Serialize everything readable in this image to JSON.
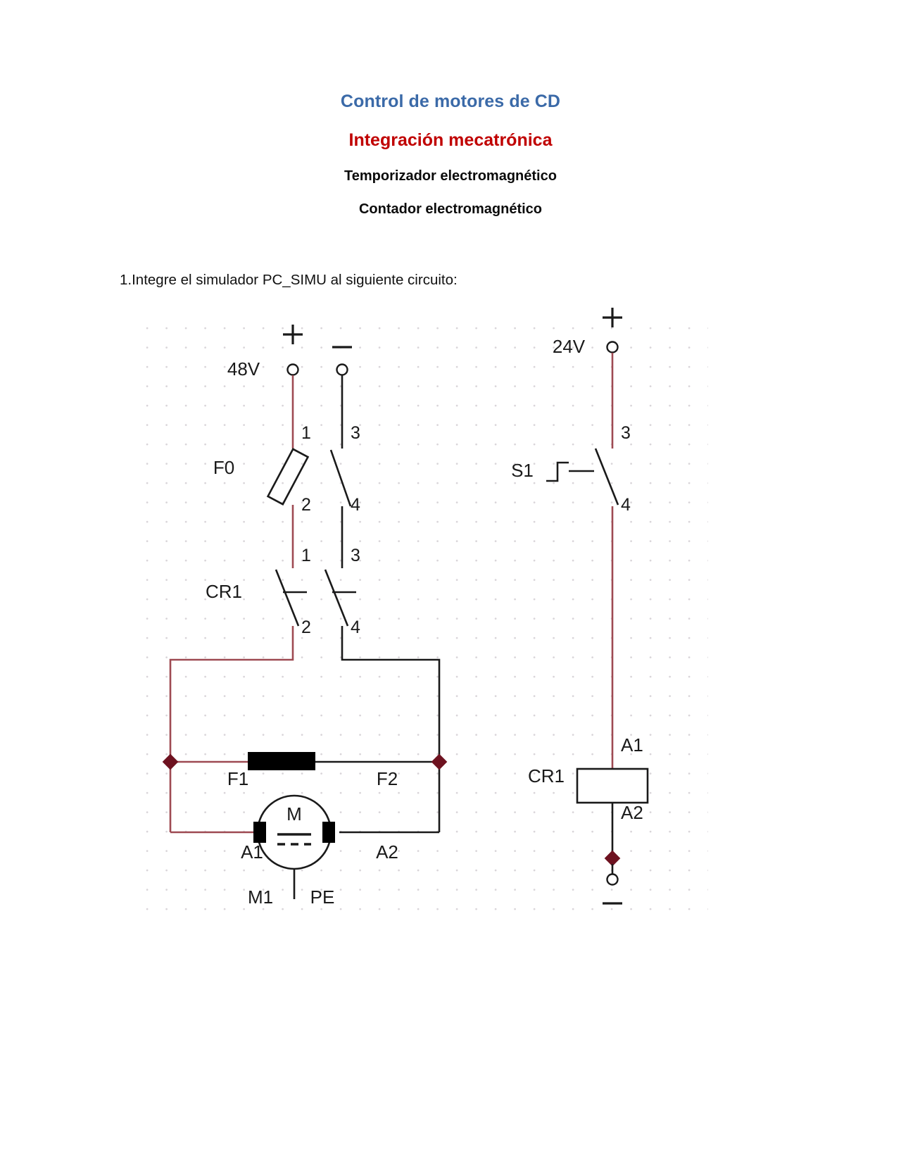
{
  "document": {
    "headings": [
      {
        "text": "Control de motores de CD",
        "color": "#3b6aa8"
      },
      {
        "text": "Integración mecatrónica",
        "color": "#c00000"
      },
      {
        "text": "Temporizador electromagnético",
        "color": "#0b0b0b"
      },
      {
        "text": "Contador electromagnético",
        "color": "#0b0b0b"
      }
    ],
    "body": {
      "instruction": "1.Integre el simulador PC_SIMU al siguiente circuito:"
    }
  },
  "colors": {
    "heading_blue": "#3b6aa8",
    "heading_red": "#c00000",
    "wire_black": "#1a1a1a",
    "wire_red": "#9e4a52",
    "junction_dot": "#6e1220",
    "grid_dot": "#d8d4d8",
    "coil_fill": "#ffffff",
    "winding_fill": "#000000"
  },
  "schematic": {
    "title": "DC motor control circuit with relay CR1",
    "power_left": {
      "label": "48V",
      "plus_sign": "+",
      "minus_sign": "−"
    },
    "power_right": {
      "label": "24V",
      "plus_sign": "+",
      "minus_sign": "−"
    },
    "devices": [
      {
        "id": "F0",
        "name": "fuse-F0",
        "label": "F0",
        "terminals": [
          "1",
          "2",
          "3",
          "4"
        ]
      },
      {
        "id": "CR1c",
        "name": "contact-CR1",
        "label": "CR1",
        "terminals": [
          "1",
          "2",
          "3",
          "4"
        ]
      },
      {
        "id": "S1",
        "name": "pushbutton-S1",
        "label": "S1",
        "terminals": [
          "3",
          "4"
        ]
      },
      {
        "id": "CR1k",
        "name": "coil-CR1",
        "label": "CR1",
        "terminals": [
          "A1",
          "A2"
        ]
      },
      {
        "id": "M1",
        "name": "dc-motor-M1",
        "label": "M1",
        "terminals": [
          "A1",
          "A2",
          "F1",
          "F2",
          "PE"
        ]
      }
    ],
    "terminal_labels": {
      "f0_left_top": "1",
      "f0_left_bottom": "2",
      "f0_right_top": "3",
      "f0_right_bottom": "4",
      "cr1_left_top": "1",
      "cr1_left_bottom": "2",
      "cr1_right_top": "3",
      "cr1_right_bottom": "4",
      "s1_top": "3",
      "s1_bottom": "4",
      "coil_top": "A1",
      "coil_bottom": "A2"
    },
    "motor": {
      "symbol_letter": "M",
      "type_symbol": "dc",
      "label": "M1",
      "ground_label": "PE",
      "brush_left": "A1",
      "brush_right": "A2",
      "field_left": "F1",
      "field_right": "F2"
    },
    "device_labels": {
      "f0": "F0",
      "cr1_contact": "CR1",
      "s1": "S1",
      "cr1_coil": "CR1"
    }
  }
}
